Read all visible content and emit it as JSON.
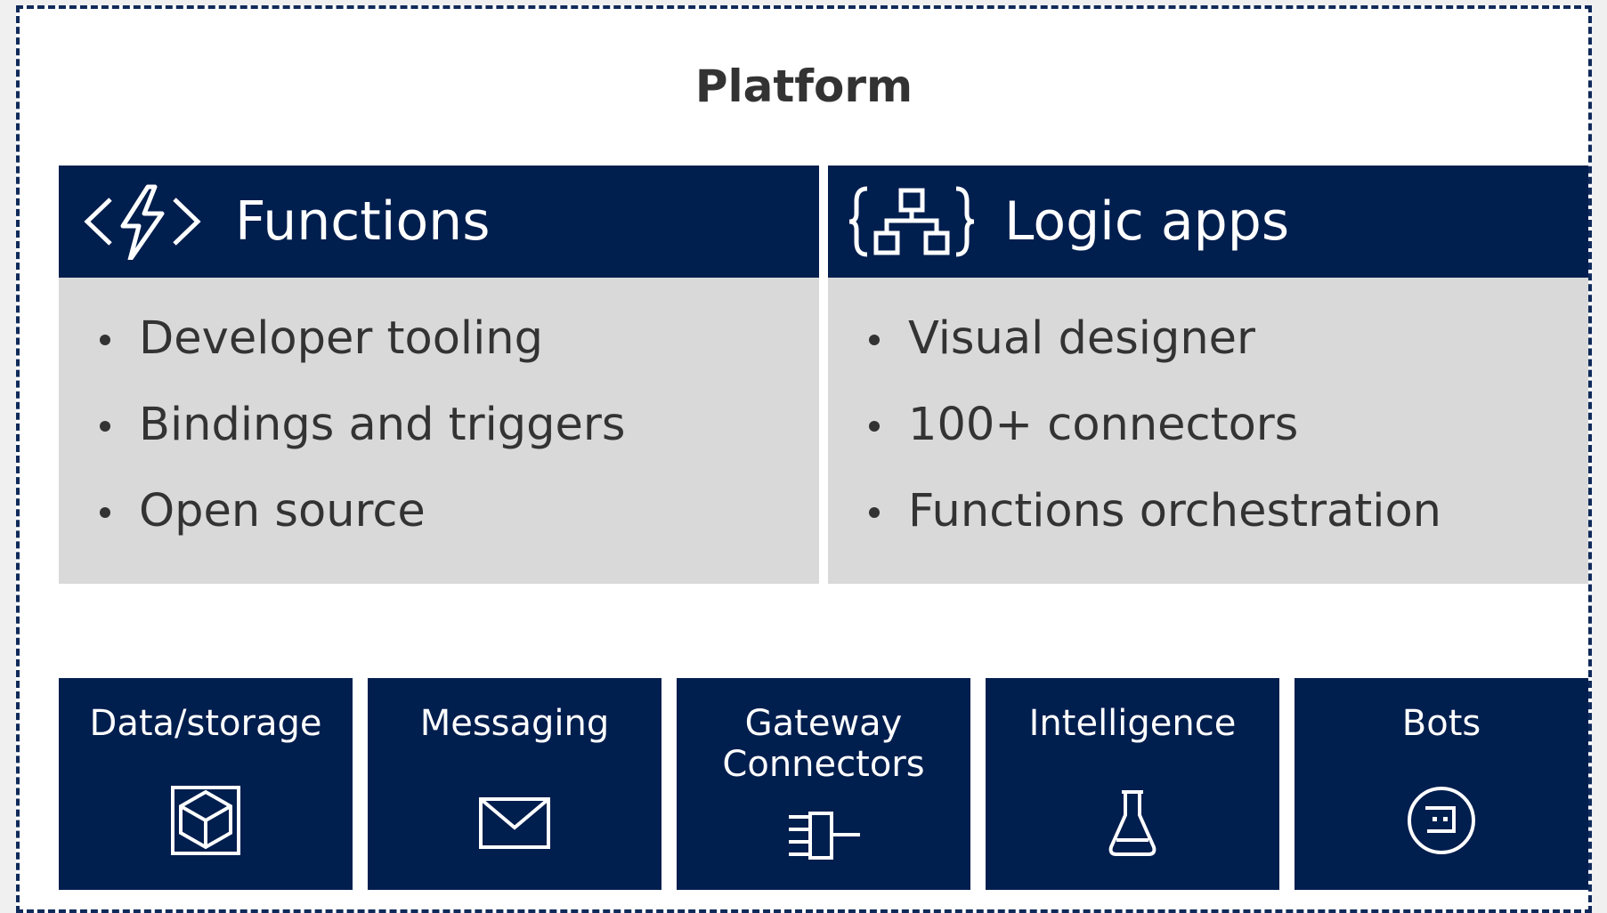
{
  "title": "Platform",
  "panels": [
    {
      "icon": "code-bolt-icon",
      "title": "Functions",
      "items": [
        "Developer tooling",
        "Bindings and triggers",
        "Open source"
      ]
    },
    {
      "icon": "workflow-braces-icon",
      "title": "Logic apps",
      "items": [
        "Visual designer",
        "100+ connectors",
        "Functions orchestration"
      ]
    }
  ],
  "tiles": [
    {
      "label": "Data/storage",
      "icon": "cube-icon"
    },
    {
      "label": "Messaging",
      "icon": "envelope-icon"
    },
    {
      "label": "Gateway Connectors",
      "icon": "plug-icon"
    },
    {
      "label": "Intelligence",
      "icon": "flask-icon"
    },
    {
      "label": "Bots",
      "icon": "bot-icon"
    }
  ],
  "colors": {
    "navy": "#001e4e",
    "panel_gray": "#d9d9d9",
    "text_dark": "#333333"
  }
}
